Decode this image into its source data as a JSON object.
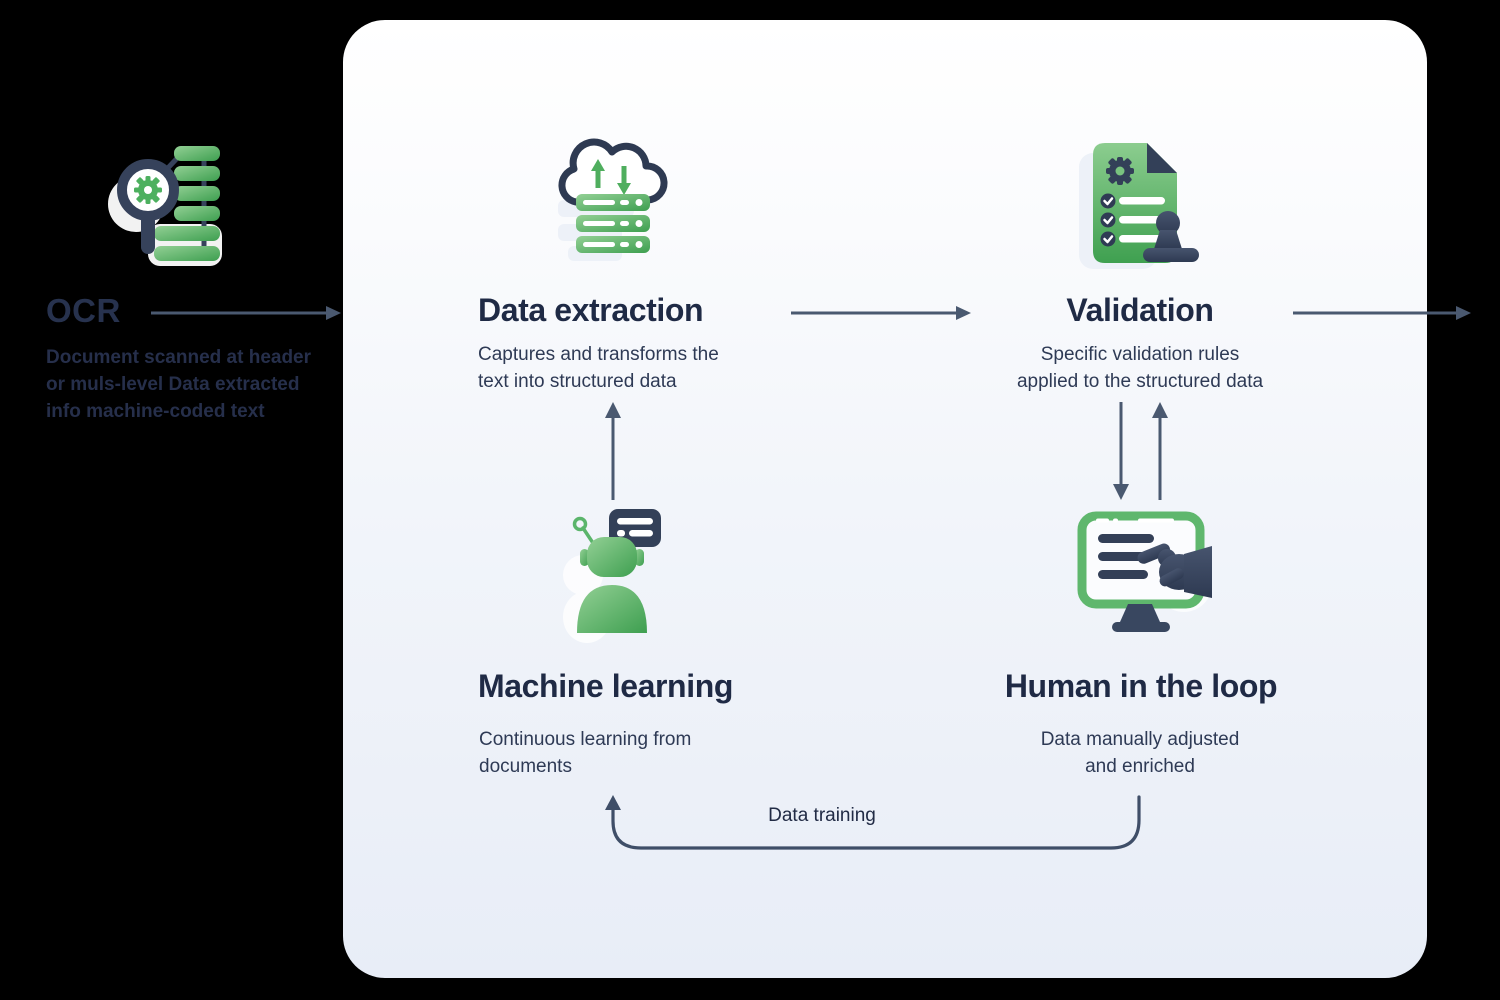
{
  "canvas": {
    "background": "#000000"
  },
  "colors": {
    "card_gradient_top": "#ffffff",
    "card_gradient_bottom": "#e8edf7",
    "title_text": "#1f2a45",
    "body_text": "#2e3a55",
    "arrow": "#4a5970",
    "accent_green": "#55b266",
    "accent_green_light": "#90ce92",
    "accent_green_dark": "#3e9f50",
    "icon_navy": "#36425b"
  },
  "ocr": {
    "title": "OCR",
    "description_lines": [
      "Document scanned at header",
      "or muls-level Data extracted",
      "info machine-coded text"
    ],
    "icon": "ocr-magnifier-database-icon"
  },
  "workflow": {
    "data_extraction": {
      "title": "Data extraction",
      "description_lines": [
        "Captures and transforms the",
        "text into structured data"
      ],
      "icon": "cloud-server-icon"
    },
    "validation": {
      "title": "Validation",
      "description_lines": [
        "Specific validation rules",
        "applied to the structured data"
      ],
      "icon": "document-checklist-stamp-icon"
    },
    "machine_learning": {
      "title": "Machine learning",
      "description_lines": [
        "Continuous learning from",
        "documents"
      ],
      "icon": "robot-chat-icon"
    },
    "human_in_the_loop": {
      "title": "Human in the loop",
      "description_lines": [
        "Data manually adjusted",
        "and enriched"
      ],
      "icon": "monitor-hand-icon"
    }
  },
  "edges": {
    "data_training_label": "Data training"
  }
}
